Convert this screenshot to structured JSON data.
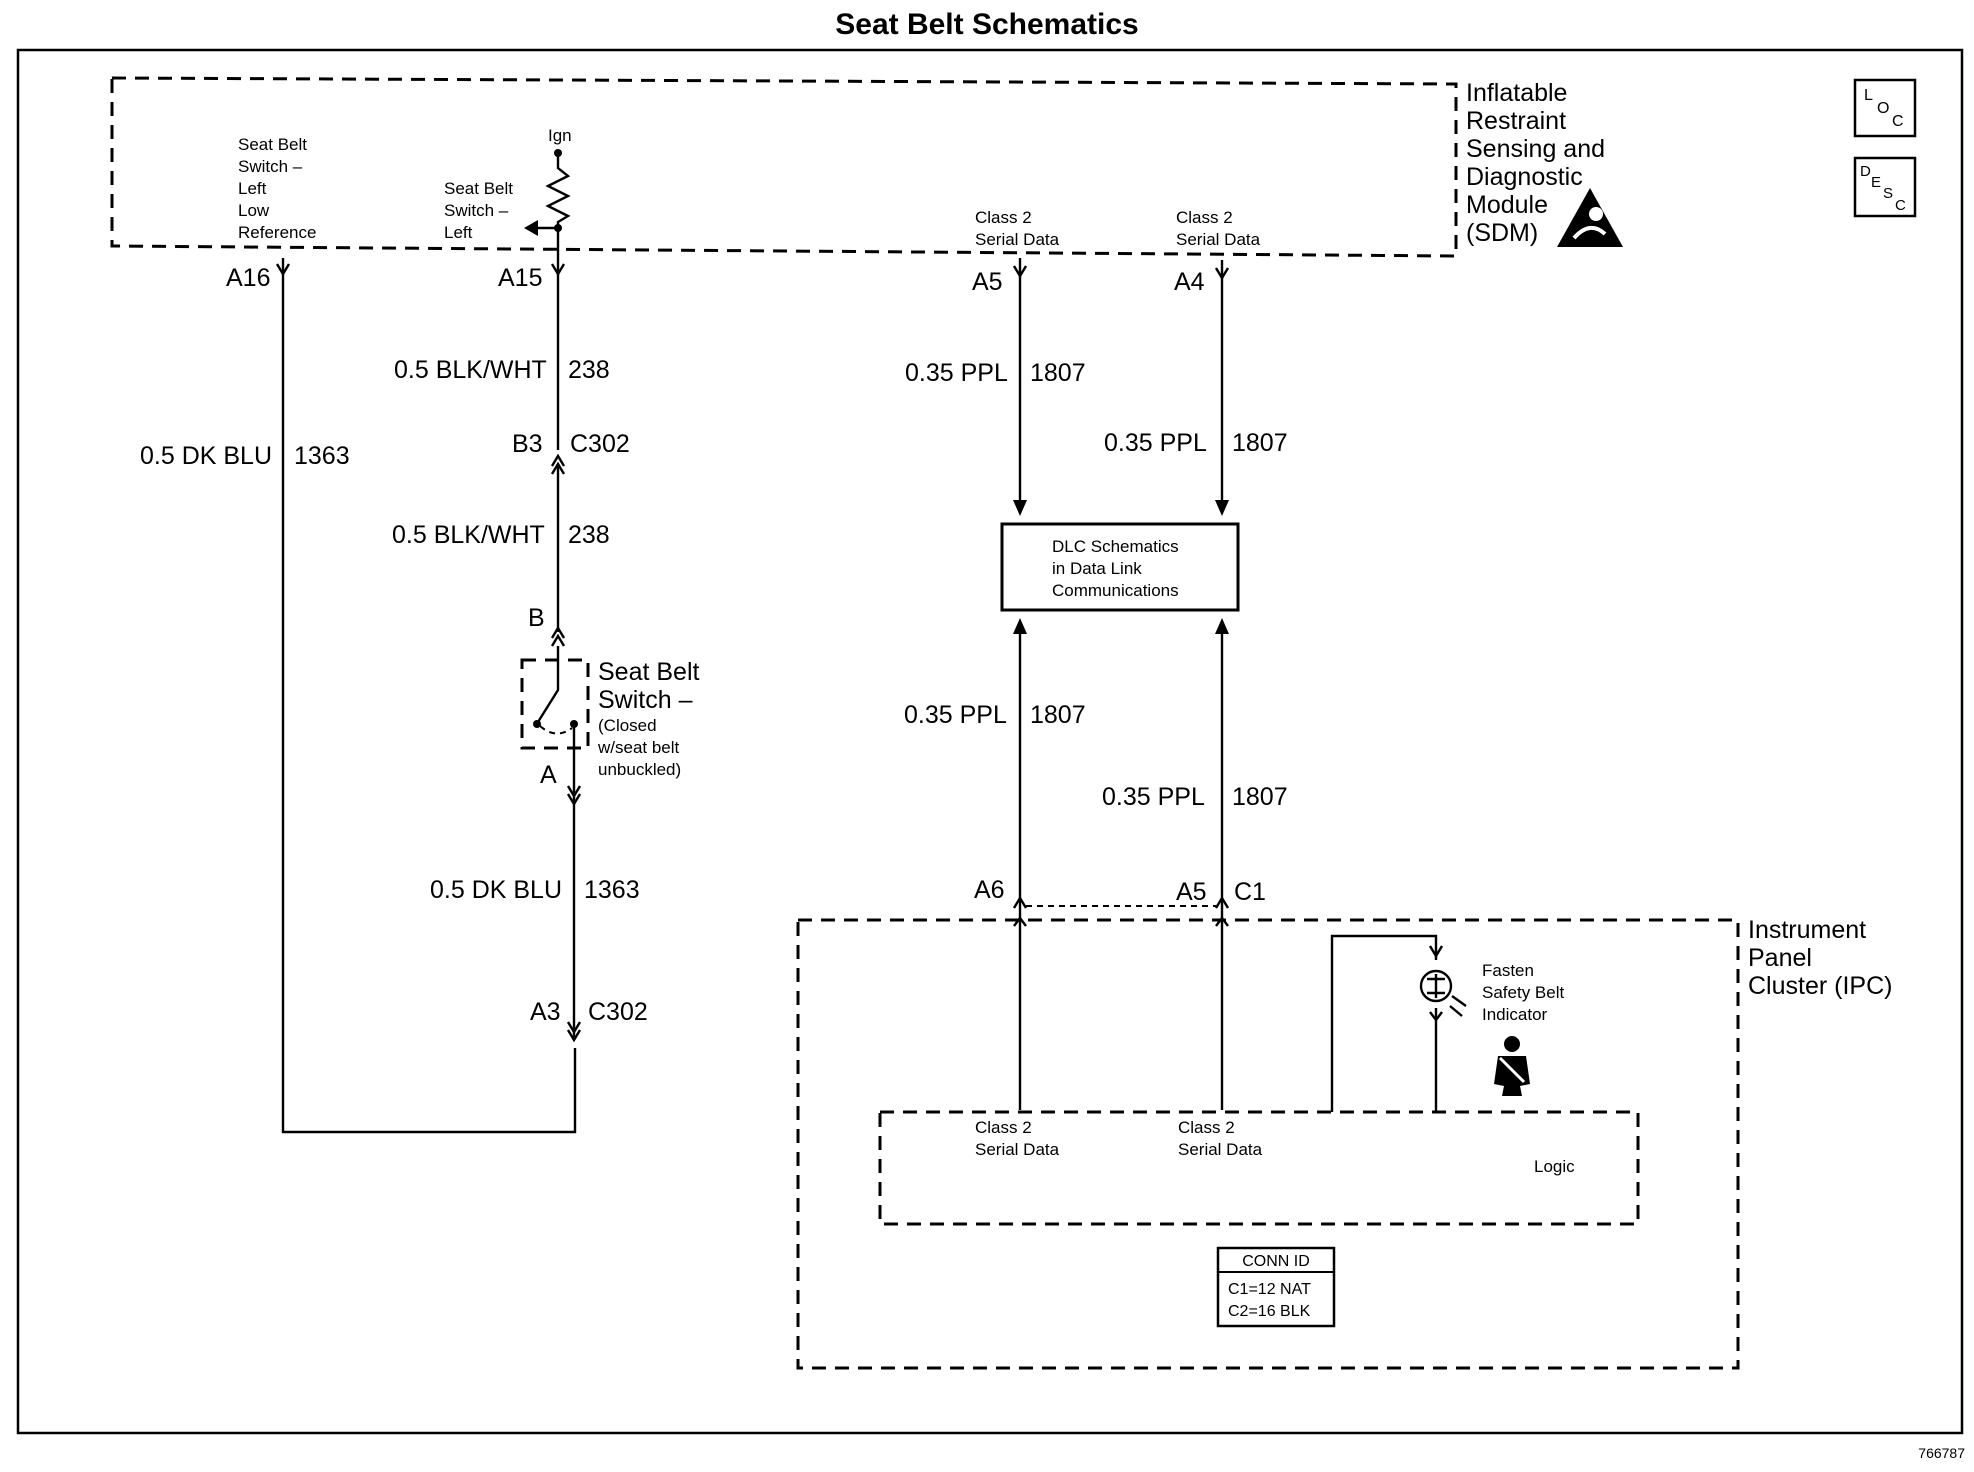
{
  "title": "Seat Belt Schematics",
  "figure_id": "766787",
  "icons": {
    "loc": "LOC",
    "desc": "DESC",
    "sdm_warning": "airbag-warning-icon",
    "seat_belt": "seat-belt-person-icon",
    "bulb": "indicator-bulb-icon"
  },
  "sdm": {
    "name_lines": [
      "Inflatable",
      "Restraint",
      "Sensing and",
      "Diagnostic",
      "Module",
      "(SDM)"
    ],
    "seat_belt_switch_left_low_ref_lines": [
      "Seat Belt",
      "Switch –",
      "Left",
      "Low",
      "Reference"
    ],
    "seat_belt_switch_left_lines": [
      "Seat Belt",
      "Switch –",
      "Left"
    ],
    "ign": "Ign",
    "class2_a5_lines": [
      "Class 2",
      "Serial Data"
    ],
    "class2_a4_lines": [
      "Class 2",
      "Serial Data"
    ]
  },
  "pins": {
    "a16": "A16",
    "a15": "A15",
    "a5_top": "A5",
    "a4_top": "A4",
    "b3": "B3",
    "c302_top": "C302",
    "b": "B",
    "a": "A",
    "a3": "A3",
    "c302_bottom": "C302",
    "a6": "A6",
    "a5_bottom": "A5",
    "c1": "C1"
  },
  "wires": {
    "w1363_left": {
      "gauge": "0.5 DK BLU",
      "circuit": "1363"
    },
    "w238_upper": {
      "gauge": "0.5 BLK/WHT",
      "circuit": "238"
    },
    "w238_lower": {
      "gauge": "0.5 BLK/WHT",
      "circuit": "238"
    },
    "w1363_lower": {
      "gauge": "0.5 DK BLU",
      "circuit": "1363"
    },
    "w1807_a": {
      "gauge": "0.35 PPL",
      "circuit": "1807"
    },
    "w1807_b": {
      "gauge": "0.35 PPL",
      "circuit": "1807"
    },
    "w1807_c": {
      "gauge": "0.35 PPL",
      "circuit": "1807"
    },
    "w1807_d": {
      "gauge": "0.35 PPL",
      "circuit": "1807"
    }
  },
  "seat_belt_switch": {
    "name_lines": [
      "Seat Belt",
      "Switch –"
    ],
    "note_lines": [
      "(Closed",
      "w/seat belt",
      "unbuckled)"
    ]
  },
  "dlc_box_lines": [
    "DLC Schematics",
    "in Data Link",
    "Communications"
  ],
  "ipc": {
    "name_lines": [
      "Instrument",
      "Panel",
      "Cluster (IPC)"
    ],
    "indicator_lines": [
      "Fasten",
      "Safety Belt",
      "Indicator"
    ],
    "class2_left_lines": [
      "Class 2",
      "Serial Data"
    ],
    "class2_right_lines": [
      "Class 2",
      "Serial Data"
    ],
    "logic": "Logic",
    "conn_id_title": "CONN ID",
    "conn_id_lines": [
      "C1=12 NAT",
      "C2=16 BLK"
    ]
  }
}
